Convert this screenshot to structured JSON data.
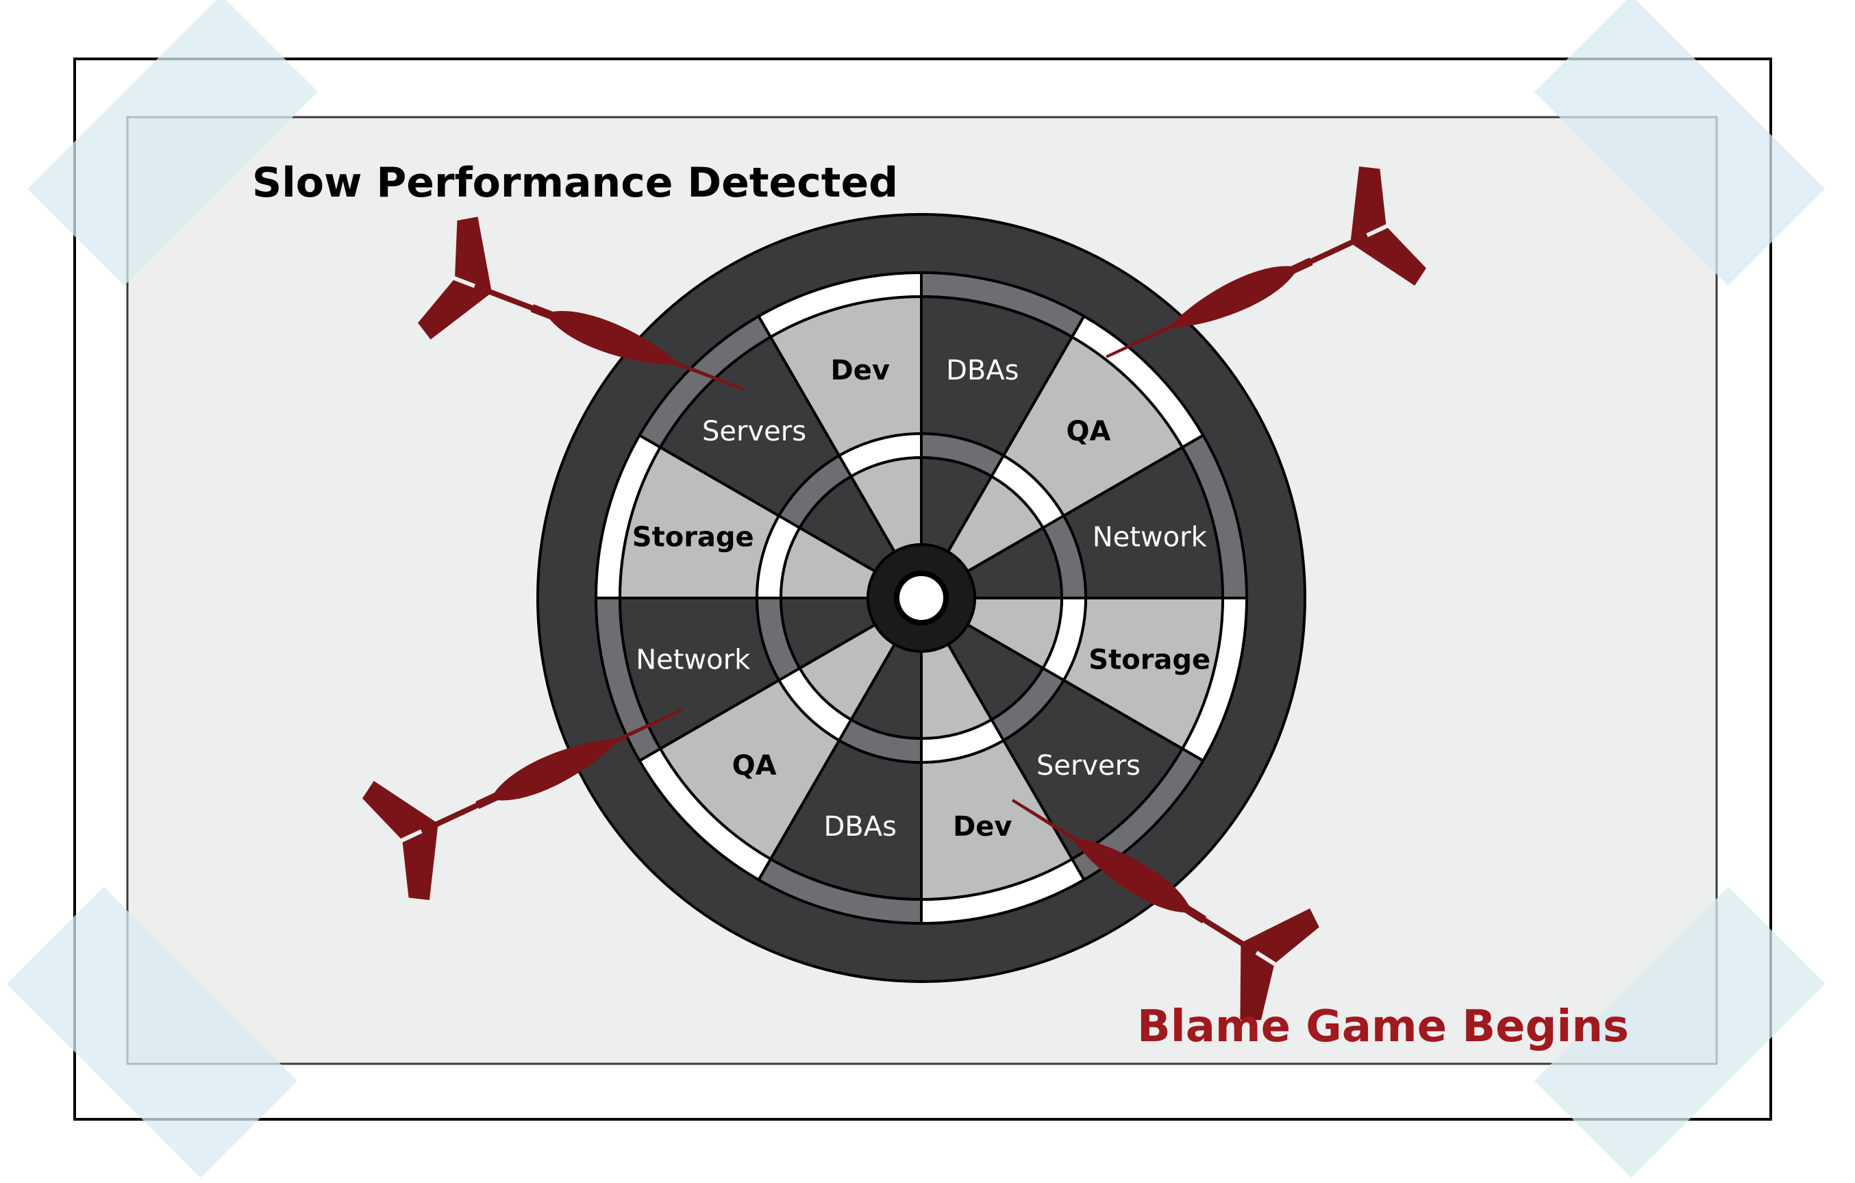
{
  "title": "Slow Performance Detected",
  "footer": "Blame Game Begins",
  "segments": [
    {
      "label": "DBAs",
      "shade": "dark",
      "bold": false
    },
    {
      "label": "QA",
      "shade": "light",
      "bold": true
    },
    {
      "label": "Network",
      "shade": "dark",
      "bold": false
    },
    {
      "label": "Storage",
      "shade": "light",
      "bold": true
    },
    {
      "label": "Servers",
      "shade": "dark",
      "bold": false
    },
    {
      "label": "Dev",
      "shade": "light",
      "bold": true
    },
    {
      "label": "DBAs",
      "shade": "dark",
      "bold": false
    },
    {
      "label": "QA",
      "shade": "light",
      "bold": true
    },
    {
      "label": "Network",
      "shade": "dark",
      "bold": false
    },
    {
      "label": "Storage",
      "shade": "light",
      "bold": true
    },
    {
      "label": "Servers",
      "shade": "dark",
      "bold": false
    },
    {
      "label": "Dev",
      "shade": "light",
      "bold": true
    }
  ],
  "darts": [
    {
      "name": "dart-top-left"
    },
    {
      "name": "dart-top-right"
    },
    {
      "name": "dart-bottom-left"
    },
    {
      "name": "dart-bottom-right"
    }
  ],
  "colors": {
    "board_outer": "#3a3a3c",
    "segment_dark": "#3a3a3c",
    "segment_light": "#bcbdbf",
    "ring_gray": "#6d6e71",
    "ring_white": "#ffffff",
    "dart": "#7a1418",
    "footer_text": "#a0191e",
    "panel_fill": "#edeeee",
    "tape": "#d8e9f1"
  }
}
